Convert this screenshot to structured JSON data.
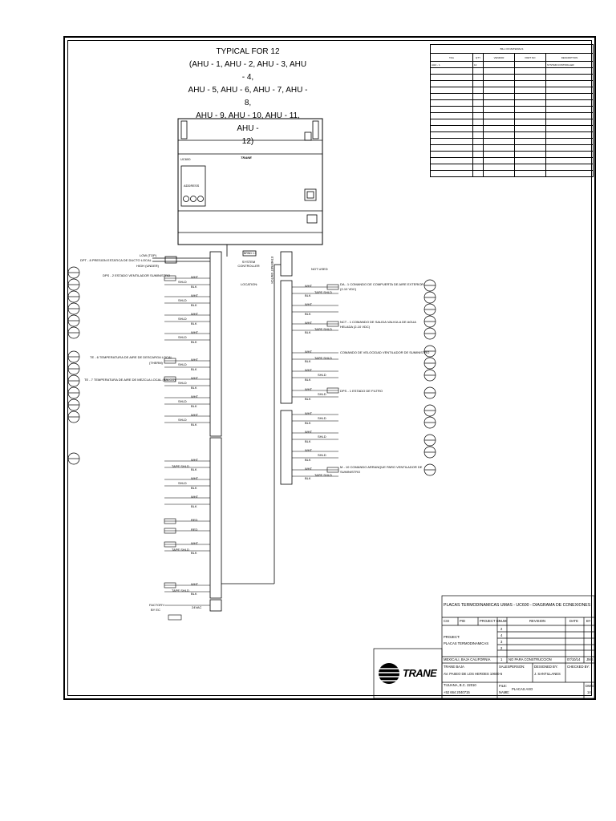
{
  "title": {
    "line1": "TYPICAL FOR 12",
    "line2": "(AHU - 1, AHU - 2, AHU - 3, AHU - 4,",
    "line3": "AHU - 5, AHU - 6, AHU - 7, AHU - 8,",
    "line4": "AHU - 9, AHU - 10, AHU - 11, AHU -",
    "line5": "12)"
  },
  "bom": {
    "caption": "BILL OF MATERIALS",
    "headers": [
      "TAG",
      "QTY",
      "VENDOR",
      "PART NO",
      "DESCRIPTION"
    ],
    "row1": [
      "AHU - 1",
      "12",
      "",
      "",
      "SYSTEM CONTROLLER"
    ]
  },
  "controller": {
    "brand": "TRANE",
    "model": "UC600",
    "address_label": "ADDRESS",
    "sys_tag": "BRND 1:1",
    "sys_label": "SYSTEM CONTROLLER",
    "location_label": "LOCATION:"
  },
  "left_points": {
    "dpt": "DPT - 8 PRESION ESTATICA DE DUCTO LOCAL",
    "dpt_low": "LOW (TOP)",
    "dpt_high": "HIGH (UNDER)",
    "dps": "DPS - 2 ESTADO VENTILADOR SUMINISTRO",
    "te6": "TE - 6 TEMPERATURA DE AIRE DE DESCARGA LOCAL",
    "therm": "(THERM)",
    "te7": "TE - 7 TEMPERATURA DE AIRE DE MEZCLA LOCAL (BALCO)",
    "factory1": "FACTORY",
    "factory2": "BY EC",
    "tag_24vac": "24VAC"
  },
  "right_points": {
    "not_used": "NOT USED",
    "ethernet": "ETHERNET SWITCH",
    "da1": "DA - 1 COMANDO DE COMPUERTA DE AIRE EXTERIOR",
    "da1b": "(2-10 VDC)",
    "nct1": "NCT - 1 COMANDO DE SALIDA VALVULA DE AGUA",
    "nct1b": "HELADA (2-10 VDC)",
    "vfd": "COMANDO DE VELOCIDAD VENTILADOR DE SUMINISTRO",
    "dps1": "DPS - 1 ESTADO DE FILTRO",
    "m10": "M - 10 COMANDO ARRANQUE PARO VENTILADOR DE",
    "m10b": "SUMINISTRO"
  },
  "wire": {
    "wht": "WHT",
    "blk": "BLK",
    "red": "RED",
    "shld": "SHLD",
    "tape": "TAPE SHLD"
  },
  "titleblock": {
    "title": "PLACAS TERMODINAMICAS UMAS - UC600 - DIAGRAMA DE CONEXIONES",
    "col_csi": "CSI",
    "col_pid": "PID",
    "col_project_id": "PROJECT ID",
    "col_num": "NUM",
    "col_revision": "REVISION",
    "col_date": "DATE",
    "col_by": "BY",
    "project_label": "PROJECT:",
    "project_name": "PLACAS TERMODINAMICAS",
    "location": "MEXICALI, BAJA CALIFORNIA",
    "company": "TRANE BAJA",
    "addr1": "AV. PASEO DE LOS HEROES 10600-5",
    "addr2": "TIJUANA, B.C. 22010",
    "phone": "+52 664 2040715",
    "rev_nums": [
      "2",
      "4",
      "3",
      "2",
      "1"
    ],
    "rev1_text": "NO PARA CONSTRUCCION",
    "rev1_date": "07/10/14",
    "rev1_by": "JMS",
    "sales_label": "SALESPERSON:",
    "designed_label": "DESIGNED BY:",
    "designed_by": "J. SANTILLANES",
    "checked_label": "CHECKED BY:",
    "file_label": "FILE:",
    "name_label": "NAME:",
    "file_name": "PLACAS AXO",
    "dwg_label": "DWG:",
    "dwg_no": "14",
    "logo_text": "TRANE"
  }
}
